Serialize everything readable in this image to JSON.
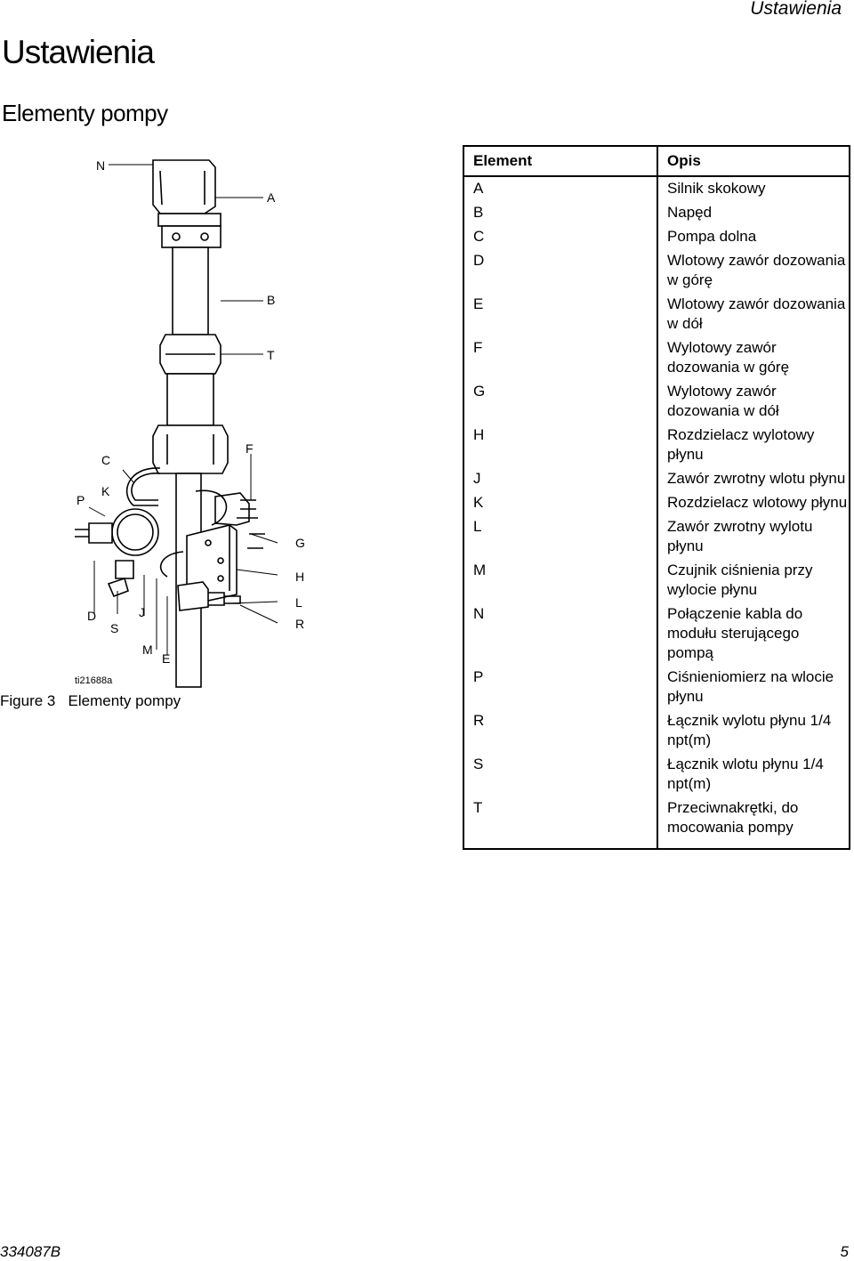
{
  "header": {
    "running_title": "Ustawienia"
  },
  "page_title": "Ustawienia",
  "section_title": "Elementy pompy",
  "figure": {
    "callouts": {
      "N": "N",
      "A": "A",
      "B": "B",
      "T": "T",
      "F": "F",
      "C": "C",
      "P": "P",
      "K": "K",
      "G": "G",
      "H": "H",
      "L": "L",
      "R": "R",
      "D": "D",
      "S": "S",
      "J": "J",
      "M": "M",
      "E": "E"
    },
    "code": "ti21688a",
    "caption_number": "Figure 3",
    "caption_text": "Elementy pompy"
  },
  "table": {
    "headers": {
      "element": "Element",
      "description": "Opis"
    },
    "rows": [
      {
        "element": "A",
        "description": "Silnik skokowy"
      },
      {
        "element": "B",
        "description": "Napęd"
      },
      {
        "element": "C",
        "description": "Pompa dolna"
      },
      {
        "element": "D",
        "description": "Wlotowy zawór dozowania w górę"
      },
      {
        "element": "E",
        "description": "Wlotowy zawór dozowania w dół"
      },
      {
        "element": "F",
        "description": "Wylotowy zawór dozowania w górę"
      },
      {
        "element": "G",
        "description": "Wylotowy zawór dozowania w dół"
      },
      {
        "element": "H",
        "description": "Rozdzielacz wylotowy płynu"
      },
      {
        "element": "J",
        "description": "Zawór zwrotny wlotu płynu"
      },
      {
        "element": "K",
        "description": "Rozdzielacz wlotowy płynu"
      },
      {
        "element": "L",
        "description": "Zawór zwrotny wylotu płynu"
      },
      {
        "element": "M",
        "description": "Czujnik ciśnienia przy wylocie płynu"
      },
      {
        "element": "N",
        "description": "Połączenie kabla do modułu sterującego pompą"
      },
      {
        "element": "P",
        "description": "Ciśnieniomierz na wlocie płynu"
      },
      {
        "element": "R",
        "description": "Łącznik wylotu płynu 1/4 npt(m)"
      },
      {
        "element": "S",
        "description": "Łącznik wlotu płynu 1/4 npt(m)"
      },
      {
        "element": "T",
        "description": "Przeciwnakrętki, do mocowania pompy"
      }
    ]
  },
  "footer": {
    "doc_number": "334087B",
    "page_number": "5"
  }
}
